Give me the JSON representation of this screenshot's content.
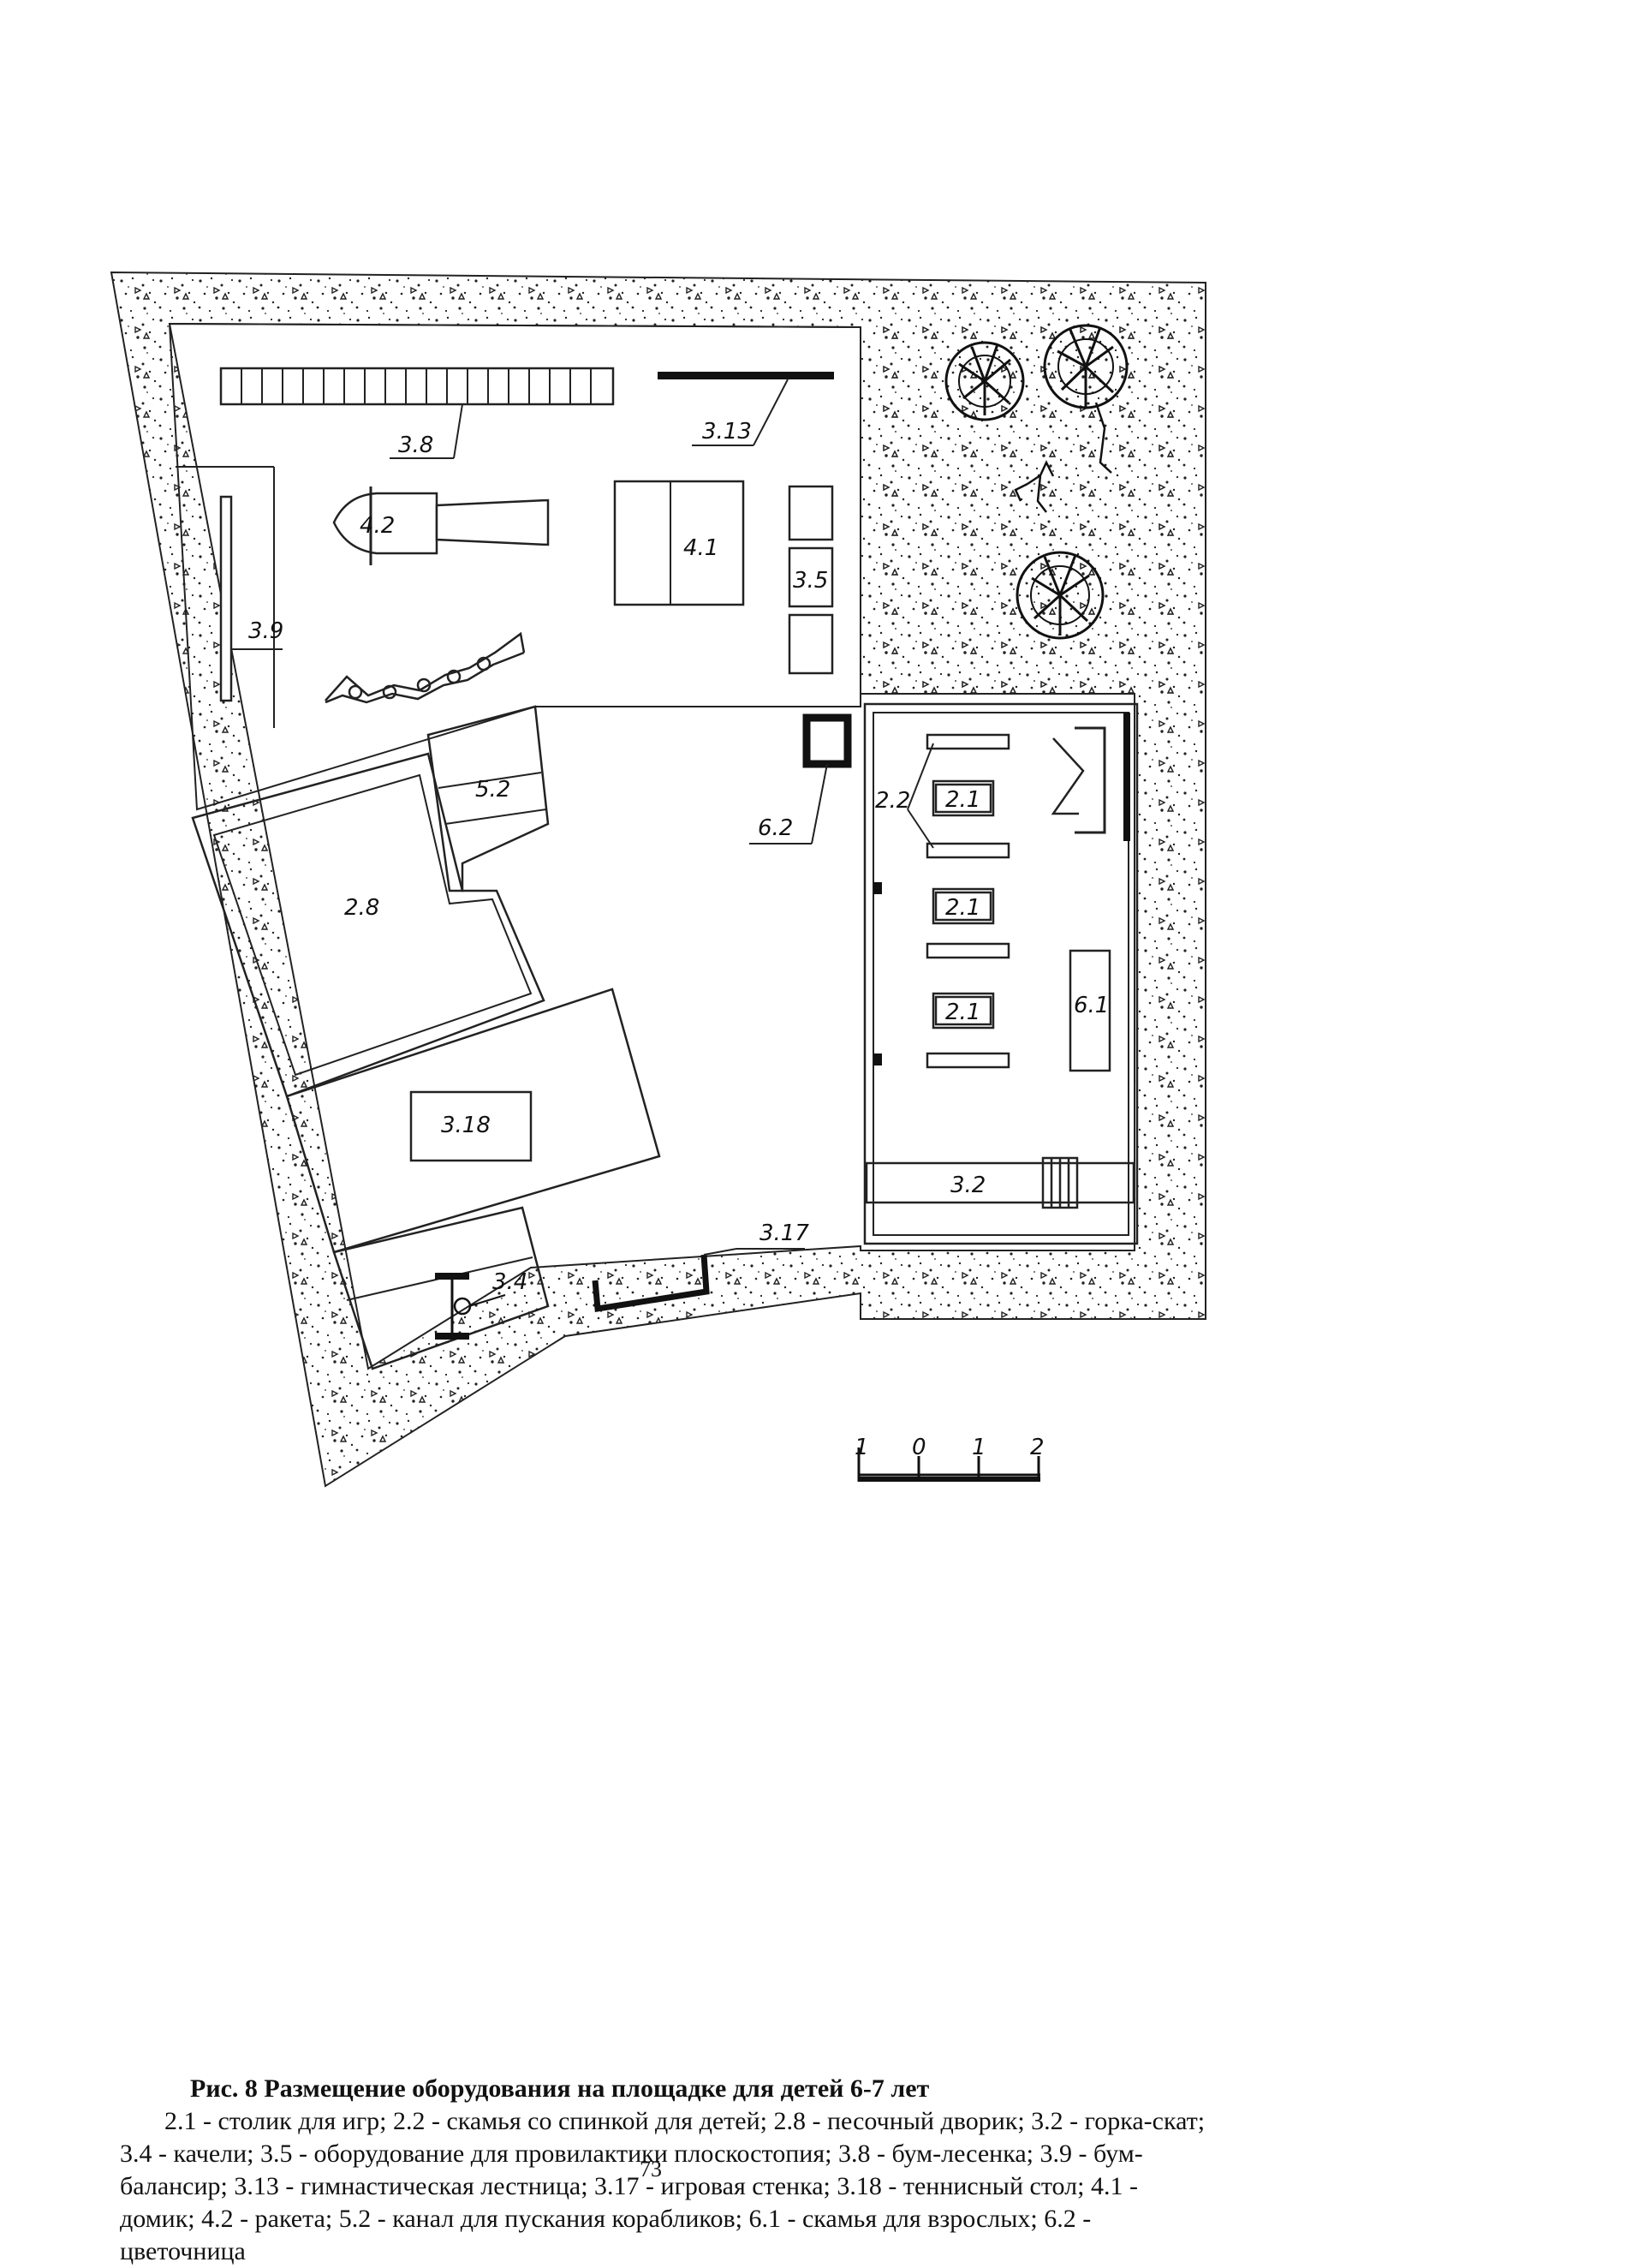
{
  "figure": {
    "labels": {
      "horizontal_ladder": "3.8",
      "gym_ladder": "3.13",
      "rocket": "4.2",
      "house": "4.1",
      "flatfoot_equipment": "3.5",
      "balance_beam": "3.9",
      "boat_channel": "5.2",
      "flowerbed": "6.2",
      "sandbox": "2.8",
      "bench_with_back": "2.2",
      "table_1": "2.1",
      "table_2": "2.1",
      "table_3": "2.1",
      "adult_bench": "6.1",
      "tennis_table": "3.18",
      "slide": "3.2",
      "play_wall": "3.17",
      "swing": "3.4"
    },
    "scale_bar": [
      "1",
      "0",
      "1",
      "2"
    ]
  },
  "caption": {
    "title": "Рис. 8   Размещение оборудования на площадке для детей 6-7 лет",
    "legend": "2.1 - столик для игр; 2.2 - скамья со спинкой для детей; 2.8 - песочный дворик; 3.2 - горка-скат; 3.4 - качели; 3.5 - оборудование для провилактики плоскостопия; 3.8 - бум-лесенка; 3.9 - бум-балансир; 3.13 - гимнастическая лестница; 3.17 - игровая стенка; 3.18 - теннисный стол; 4.1 - домик; 4.2 - ракета;  5.2 - канал для пускания корабликов; 6.1 - скамья для взрослых; 6.2 - цветочница"
  },
  "page_number": "73"
}
